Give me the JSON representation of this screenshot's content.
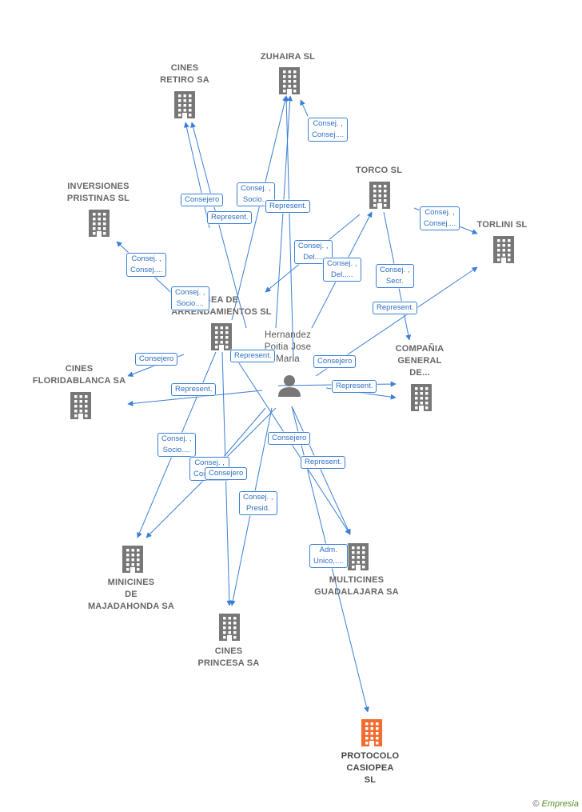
{
  "colors": {
    "edge": "#3a7fd5",
    "company": "#777777",
    "highlight": "#f26b2f",
    "person": "#777777",
    "brand": "#5a8f2a"
  },
  "person": {
    "name": "Hernandez\nPoitia Jose\nMaria",
    "icon": "person-icon"
  },
  "companies": [
    {
      "id": "cines-retiro",
      "label": "CINES\nRETIRO SA"
    },
    {
      "id": "zuhaira",
      "label": "ZUHAIRA  SL"
    },
    {
      "id": "inversiones-pristinas",
      "label": "INVERSIONES\nPRISTINAS  SL"
    },
    {
      "id": "torco",
      "label": "TORCO SL"
    },
    {
      "id": "torlini",
      "label": "TORLINI SL"
    },
    {
      "id": "bea-arrendamientos",
      "label": "BEA DE\nARRENDAMIENTOS SL"
    },
    {
      "id": "compania-general",
      "label": "COMPAÑIA\nGENERAL\nDE..."
    },
    {
      "id": "cines-floridablanca",
      "label": "CINES\nFLORIDABLANCA SA"
    },
    {
      "id": "minicines",
      "label": "MINICINES\nDE\nMAJADAHONDA SA"
    },
    {
      "id": "multicines",
      "label": "MULTICINES\nGUADALAJARA SA"
    },
    {
      "id": "cines-princesa",
      "label": "CINES\nPRINCESA SA"
    },
    {
      "id": "protocolo-casiopea",
      "label": "PROTOCOLO\nCASIOPEA\nSL",
      "highlight": true
    }
  ],
  "edge_labels": [
    "Consej. ,\nConsej....",
    "Consejero",
    "Consej. ,\nSocio...",
    "Represent.",
    "Represent.",
    "Consej. ,\nConsej....",
    "Consej. ,\nSocio....",
    "Consej. ,\nDel....",
    "Consej. ,\nDel.,...",
    "Consej. ,\nSecr.",
    "Represent.",
    "Consej. ,\nConsej....",
    "Consejero",
    "Represent.",
    "Consejero",
    "Represent.",
    "Represent.",
    "Consej. ,\nSocio....",
    "Consejero",
    "Consej. ,\nConsej....",
    "Consejero",
    "Represent.",
    "Consej. ,\nPresid.",
    "Adm.\nUnico,...."
  ],
  "brand": {
    "copyright": "©",
    "name": "Empresia"
  }
}
